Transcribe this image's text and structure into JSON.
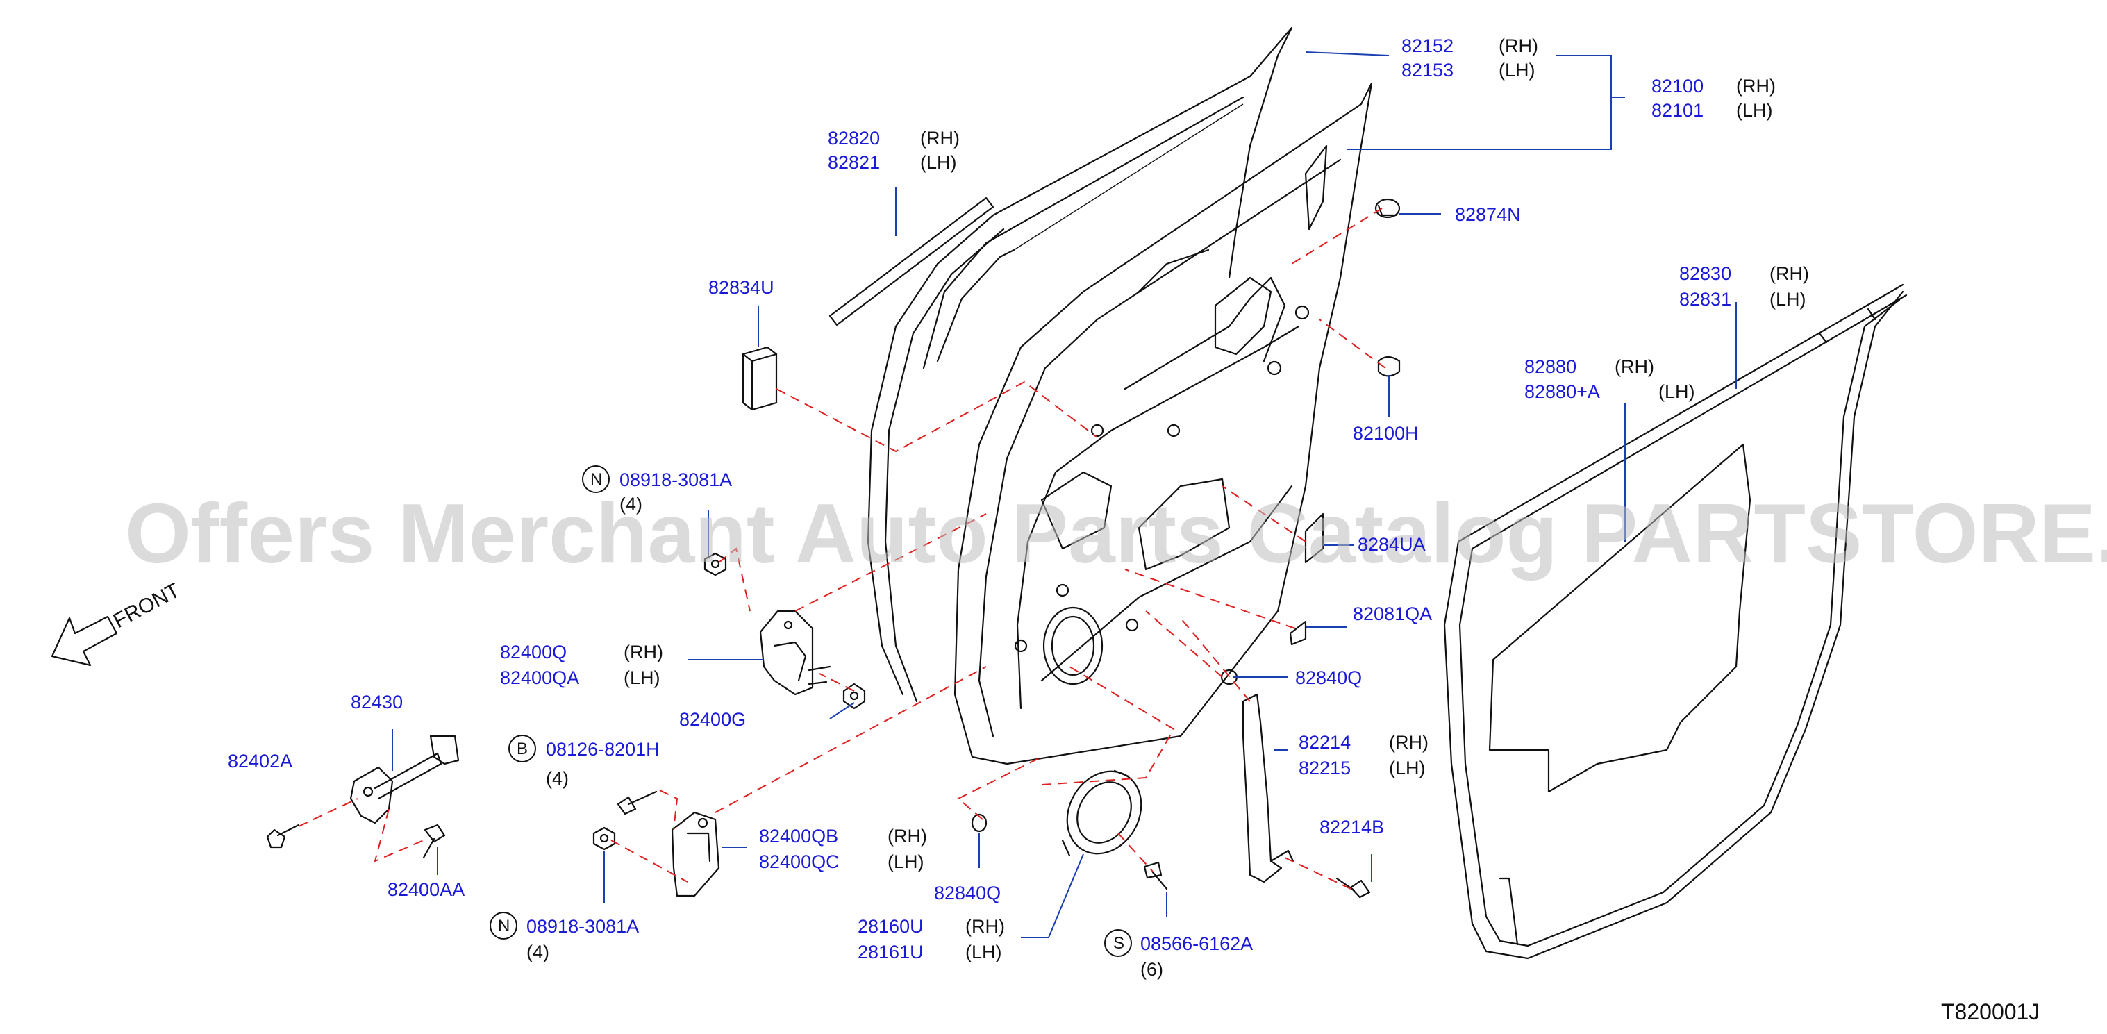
{
  "watermark": "Offers Merchant Auto Parts Catalog PARTSTORE.SA",
  "front_label": "FRONT",
  "diagram_code": "T820001J",
  "labels": {
    "l82152": "82152",
    "l82152s": "(RH)",
    "l82153": "82153",
    "l82153s": "(LH)",
    "l82100": "82100",
    "l82100s": "(RH)",
    "l82101": "82101",
    "l82101s": "(LH)",
    "l82820": "82820",
    "l82820s": "(RH)",
    "l82821": "82821",
    "l82821s": "(LH)",
    "l82874N": "82874N",
    "l82834U": "82834U",
    "l82830": "82830",
    "l82830s": "(RH)",
    "l82831": "82831",
    "l82831s": "(LH)",
    "l82880": "82880",
    "l82880s": "(RH)",
    "l82880A": "82880+A",
    "l82880As": "(LH)",
    "l82100H": "82100H",
    "lN1": "08918-3081A",
    "lN1q": "(4)",
    "lN1c": "N",
    "l8284UA": "8284UA",
    "l82081QA": "82081QA",
    "l82400Q": "82400Q",
    "l82400Qs": "(RH)",
    "l82400QA": "82400QA",
    "l82400QAs": "(LH)",
    "l82840Q1": "82840Q",
    "l82400G": "82400G",
    "l82430": "82430",
    "l82402A": "82402A",
    "lB": "08126-8201H",
    "lBq": "(4)",
    "lBc": "B",
    "l82214": "82214",
    "l82214s": "(RH)",
    "l82215": "82215",
    "l82215s": "(LH)",
    "l82400QB": "82400QB",
    "l82400QBs": "(RH)",
    "l82400QC": "82400QC",
    "l82400QCs": "(LH)",
    "l82214B": "82214B",
    "l82400AA": "82400AA",
    "l82840Q2": "82840Q",
    "lN2": "08918-3081A",
    "lN2q": "(4)",
    "lN2c": "N",
    "l28160U": "28160U",
    "l28160Us": "(RH)",
    "l28161U": "28161U",
    "l28161Us": "(LH)",
    "lS": "08566-6162A",
    "lSq": "(6)",
    "lSc": "S"
  }
}
